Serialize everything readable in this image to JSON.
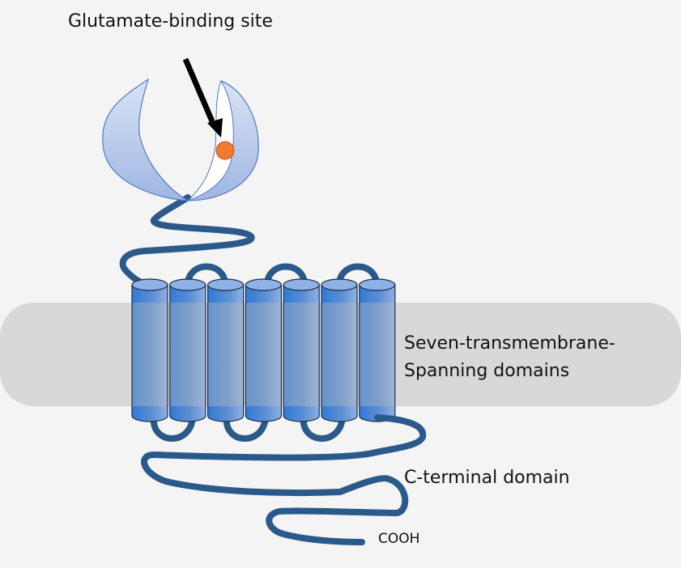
{
  "labels": {
    "binding_site": "Glutamate-binding site",
    "transmembrane_line1": "Seven-transmembrane-",
    "transmembrane_line2": "Spanning domains",
    "c_terminal": "C-terminal domain",
    "cooh": "COOH"
  },
  "transmembrane_helix_count": 7,
  "colors": {
    "background": "#f4f4f4",
    "membrane": "#d9d8d9",
    "chain": "#2b5a8a",
    "helix": "#3a7fd0",
    "venus_flytrap": "#a9bde6",
    "ligand": "#ef7a30",
    "arrow": "#000000"
  }
}
